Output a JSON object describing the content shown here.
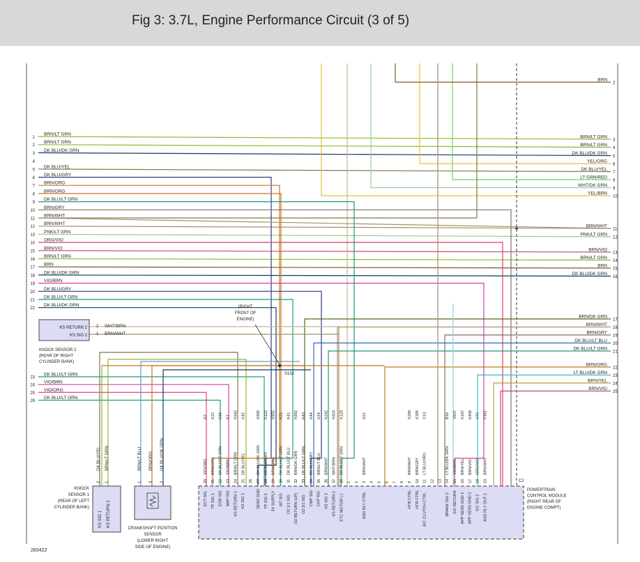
{
  "title": "Fig 3: 3.7L, Engine Performance Circuit (3 of 5)",
  "figure_id": "283422",
  "colors": {
    "BRN": "#7a5a1e",
    "BRN/LT GRN": "#8dbb2c",
    "DK BLU/DK GRN": "#0e3b5c",
    "YEL/ORG": "#e6c430",
    "DK BLU/YEL": "#7b7a48",
    "LT GRN/RED": "#6bd26b",
    "WHT/DK GRN": "#9ccf9c",
    "YEL/BRN": "#dcc43a",
    "DK BLU/GRY": "#2e3a80",
    "BRN/ORG": "#c8761e",
    "DK BLU/LT GRN": "#1c9a7a",
    "BRN/GRY": "#7a7266",
    "BRN/WHT": "#a88e6a",
    "PNK/LT GRN": "#90d090",
    "ORG/VIO": "#e83a64",
    "BRN/VIO": "#c44a7c",
    "VIO/BRN": "#d63ea3",
    "DK BLU/LT BLU": "#2a6cc0",
    "LT BLU/DK GRN": "#38c0c0",
    "WHT/BRN": "#c8b48c",
    "BRN/YEL": "#b0a040",
    "VIO/ORG": "#e8407c",
    "BRN/LT BLU": "#6a9acc",
    "BRN/DK GRN": "#4a6a2a",
    "LT BLU/ORG": "#8ed4d8",
    "TEXT": "#222222",
    "MODULE_FILL": "#dcdcf5",
    "HEADER_BG": "#d8d8d8"
  },
  "diagram": {
    "left_rows": [
      {
        "pin": "1",
        "label": "BRN/LT GRN"
      },
      {
        "pin": "2",
        "label": "BRN/LT GRN"
      },
      {
        "pin": "3",
        "label": "DK BLU/DK GRN"
      },
      {
        "pin": "4",
        "label": ""
      },
      {
        "pin": "5",
        "label": "DK BLU/YEL"
      },
      {
        "pin": "6",
        "label": "DK BLU/GRY"
      },
      {
        "pin": "7",
        "label": "BRN/ORG"
      },
      {
        "pin": "8",
        "label": "BRN/ORG"
      },
      {
        "pin": "9",
        "label": "DK BLU/LT GRN"
      },
      {
        "pin": "10",
        "label": "BRN/GRY"
      },
      {
        "pin": "11",
        "label": "BRN/WHT"
      },
      {
        "pin": "12",
        "label": "BRN/WHT"
      },
      {
        "pin": "13",
        "label": "PNK/LT GRN"
      },
      {
        "pin": "14",
        "label": "ORG/VIO"
      },
      {
        "pin": "15",
        "label": "BRN/VIO"
      },
      {
        "pin": "16",
        "label": "BRN/LT GRN"
      },
      {
        "pin": "17",
        "label": "BRN"
      },
      {
        "pin": "18",
        "label": "DK BLU/DK GRN"
      },
      {
        "pin": "19",
        "label": "VIO/BRN"
      },
      {
        "pin": "20",
        "label": "DK BLU/GRY"
      },
      {
        "pin": "21",
        "label": "DK BLU/LT GRN"
      },
      {
        "pin": "22",
        "label": "DK BLU/DK GRN"
      },
      {
        "pin": "23",
        "label": "DK BLU/LT GRN"
      },
      {
        "pin": "24",
        "label": "VIO/BRN"
      },
      {
        "pin": "25",
        "label": "VIO/ORG"
      },
      {
        "pin": "26",
        "label": "DK BLU/LT GRN"
      }
    ],
    "right_rows": [
      {
        "pin": "2",
        "label": "BRN"
      },
      {
        "pin": "3",
        "label": "BRN/LT GRN"
      },
      {
        "pin": "4",
        "label": "BRN/LT GRN"
      },
      {
        "pin": "5",
        "label": "DK BLU/DK GRN"
      },
      {
        "pin": "6",
        "label": "YEL/ORG"
      },
      {
        "pin": "7",
        "label": "DK BLU/YEL"
      },
      {
        "pin": "8",
        "label": "LT GRN/RED"
      },
      {
        "pin": "9",
        "label": "WHT/DK GRN"
      },
      {
        "pin": "10",
        "label": "YEL/BRN"
      },
      {
        "pin": "11",
        "label": "BRN/WHT"
      },
      {
        "pin": "12",
        "label": "PNK/LT GRN"
      },
      {
        "pin": "13",
        "label": "BRN/VIO"
      },
      {
        "pin": "14",
        "label": "BRN/LT GRN"
      },
      {
        "pin": "15",
        "label": "BRN"
      },
      {
        "pin": "16",
        "label": "DK BLU/DK GRN"
      },
      {
        "pin": "17",
        "label": "BRN/DK GRN"
      },
      {
        "pin": "18",
        "label": "BRN/WHT"
      },
      {
        "pin": "19",
        "label": "BRN/GRY"
      },
      {
        "pin": "20",
        "label": "DK BLU/LT BLU"
      },
      {
        "pin": "21",
        "label": "DK BLU/LT GRN"
      },
      {
        "pin": "22",
        "label": "BRN/ORG"
      },
      {
        "pin": "23",
        "label": "LT BLU/DK GRN"
      },
      {
        "pin": "24",
        "label": "BRN/YEL"
      },
      {
        "pin": "25",
        "label": "BRN/VIO"
      }
    ],
    "knock_sensor_2": {
      "pins": [
        {
          "num": "2",
          "name": "KS RETURN 2",
          "wire": "WHT/BRN"
        },
        {
          "num": "1",
          "name": "KS SIG 2",
          "wire": "BRN/WHT"
        }
      ],
      "caption": [
        "KNOCK SENSOR 2",
        "(REAR OF RIGHT",
        "CYLINDER BANK)"
      ]
    },
    "splice": {
      "id": "S132",
      "caption": [
        "(RIGHT",
        "FRONT OF",
        "ENGINE)"
      ]
    },
    "knock_sensor_1": {
      "pins": [
        {
          "num": "2",
          "name": "KS SIG 1",
          "wire": "DK BLU/YEL"
        },
        {
          "num": "1",
          "name": "KS RETURN 1",
          "wire": "BRN/LT GRN"
        }
      ],
      "caption": [
        "KNOCK",
        "SENSOR 1",
        "(REAR OF LEFT",
        "CYLINDER BANK)"
      ]
    },
    "ckp_sensor": {
      "pins": [
        {
          "num": "1",
          "wire": "BRN/LT BLU"
        },
        {
          "num": "3",
          "wire": "BRN/ORG"
        },
        {
          "num": "2",
          "wire": "DK BLU/DK GRN"
        }
      ],
      "caption": [
        "CRANKSHAFT POSITION",
        "SENSOR",
        "(LOWER RIGHT",
        "SIDE OF ENGINE)"
      ]
    },
    "pcm": {
      "connector": "C2",
      "caption": [
        "POWERTRAIN",
        "CONTROL MODULE",
        "(RIGHT REAR OF",
        "ENGINE COMPT)"
      ],
      "pins": [
        {
          "num": "20",
          "circuit": "K2",
          "wire": "VIO/ORG",
          "name": "ECT SIG"
        },
        {
          "num": "21",
          "circuit": "K22",
          "wire": "BRN/ORG",
          "name": "TP SIG 1"
        },
        {
          "num": "22",
          "circuit": "K34",
          "wire": "DK BLU/LT GRN",
          "name": "EGR SIG"
        },
        {
          "num": "23",
          "circuit": "K1",
          "wire": "VIO/BRN",
          "name": "MAP SIG"
        },
        {
          "num": "24",
          "circuit": "K942",
          "wire": "BRN/LT GRN",
          "name": "KS RETURN 1"
        },
        {
          "num": "25",
          "circuit": "K42",
          "wire": "DK BLU/YEL",
          "name": "KS SIG 1"
        },
        {
          "num": "26",
          "circuit": "",
          "wire": "",
          "name": ""
        },
        {
          "num": "27",
          "circuit": "K900",
          "wire": "DK BLU/DK GRN",
          "name": "SENS GND"
        },
        {
          "num": "28",
          "circuit": "K122",
          "wire": "DK BLU/GRY",
          "name": "TP SIG 2"
        },
        {
          "num": "29",
          "circuit": "K855",
          "wire": "BRN/ORG",
          "name": "5V SUPPLY"
        },
        {
          "num": "30",
          "circuit": "K21",
          "wire": "DK BLU/LT GRN",
          "name": "IAT SIG"
        },
        {
          "num": "31",
          "circuit": "K41",
          "wire": "DK BLU/LT BLU",
          "name": "O2 1/1 SIG"
        },
        {
          "num": "32",
          "circuit": "K902",
          "wire": "BRN/DK GRN",
          "name": "O2 RETURN (UP)"
        },
        {
          "num": "33",
          "circuit": "K43",
          "wire": "DK BLU/LT GRN",
          "name": "O2 2/1 SIG"
        },
        {
          "num": "34",
          "circuit": "K44",
          "wire": "DK BLU/GRY",
          "name": "CMP SIG"
        },
        {
          "num": "35",
          "circuit": "K24",
          "wire": "BRN/LT BLU",
          "name": "CKP SIG"
        },
        {
          "num": "36",
          "circuit": "K242",
          "wire": "BRN/WHT",
          "name": "KS SIG 2"
        },
        {
          "num": "37",
          "circuit": "K924",
          "wire": "WHT/BRN",
          "name": "KS RETURN 2"
        },
        {
          "num": "38",
          "circuit": "K129",
          "wire": "DK BLU/LT GRN",
          "name": "ETC MOTOR (-)"
        },
        {
          "num": "1",
          "circuit": "",
          "wire": "",
          "name": ""
        },
        {
          "num": "2",
          "circuit": "",
          "wire": "",
          "name": ""
        },
        {
          "num": "3",
          "circuit": "K51",
          "wire": "BRN/WHT",
          "name": "ASD RLY CTRL"
        },
        {
          "num": "4",
          "circuit": "",
          "wire": "",
          "name": ""
        },
        {
          "num": "5",
          "circuit": "",
          "wire": "",
          "name": ""
        },
        {
          "num": "6",
          "circuit": "",
          "wire": "",
          "name": ""
        },
        {
          "num": "7",
          "circuit": "",
          "wire": "",
          "name": ""
        },
        {
          "num": "8",
          "circuit": "",
          "wire": "",
          "name": ""
        },
        {
          "num": "9",
          "circuit": "K299",
          "wire": "BRN/WHT",
          "name": "HTR CTRL"
        },
        {
          "num": "10",
          "circuit": "K399",
          "wire": "BRN/GRY",
          "name": "HTR CTRL"
        },
        {
          "num": "11",
          "circuit": "C13",
          "wire": "LT BLU/ORG",
          "name": "A/C CLUTCH CTRL"
        },
        {
          "num": "12",
          "circuit": "",
          "wire": "",
          "name": ""
        },
        {
          "num": "13",
          "circuit": "",
          "wire": "",
          "name": ""
        },
        {
          "num": "14",
          "circuit": "B16",
          "wire": "LT BLU/DK GRN",
          "name": "BRAKE SIG 2"
        },
        {
          "num": "15",
          "circuit": "V937",
          "wire": "VIO/BRN",
          "name": "S/C RETURN"
        },
        {
          "num": "16",
          "circuit": "K167",
          "wire": "BRN/YEL",
          "name": "APP SENS GND 1"
        },
        {
          "num": "17",
          "circuit": "K400",
          "wire": "BRN/VIO",
          "name": "APP SENS GND 2"
        },
        {
          "num": "18",
          "circuit": "V72",
          "wire": "ORG/VIO",
          "name": "S/C SIG 2"
        },
        {
          "num": "19",
          "circuit": "F342",
          "wire": "BRN/WHT",
          "name": "ASD RLY OUT 1"
        }
      ]
    }
  }
}
